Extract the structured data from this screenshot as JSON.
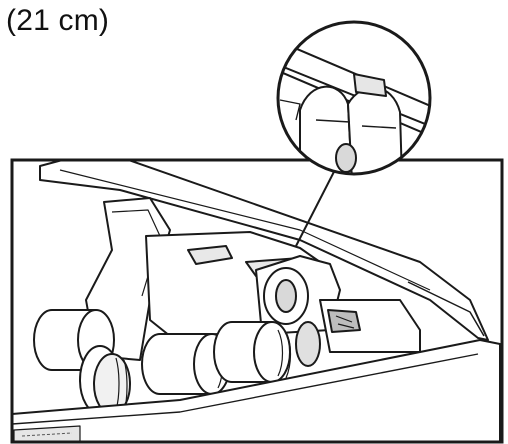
{
  "caption": "(21 cm)",
  "colors": {
    "line": "#1a1a1a",
    "fill": "#ffffff",
    "shade": "#d9d9d9",
    "mid": "#bdbdbd"
  },
  "icons": [
    "magnified-detail-callout",
    "roller-assembly",
    "open-cover"
  ]
}
